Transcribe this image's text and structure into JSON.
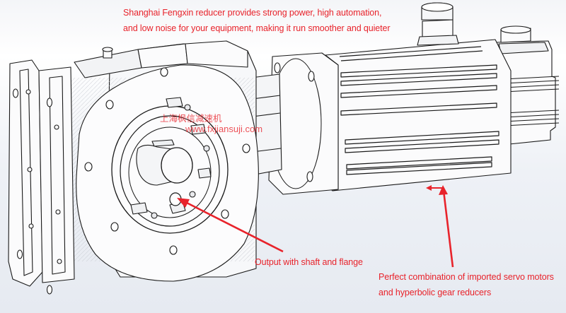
{
  "headline": {
    "line1": "Shanghai Fengxin reducer provides strong power, high automation,",
    "line2": "and low noise for your equipment, making it run smoother and quieter"
  },
  "watermark": {
    "chinese": "上海枫信减速机",
    "url": "www.fxjiansuji.com"
  },
  "annotations": {
    "output": "Output with shaft and flange",
    "combination_line1": "Perfect combination of imported servo motors",
    "combination_line2": "and hyperbolic gear reducers"
  },
  "colors": {
    "annotation": "#e8232b",
    "line_art": "#1a1a1a"
  }
}
